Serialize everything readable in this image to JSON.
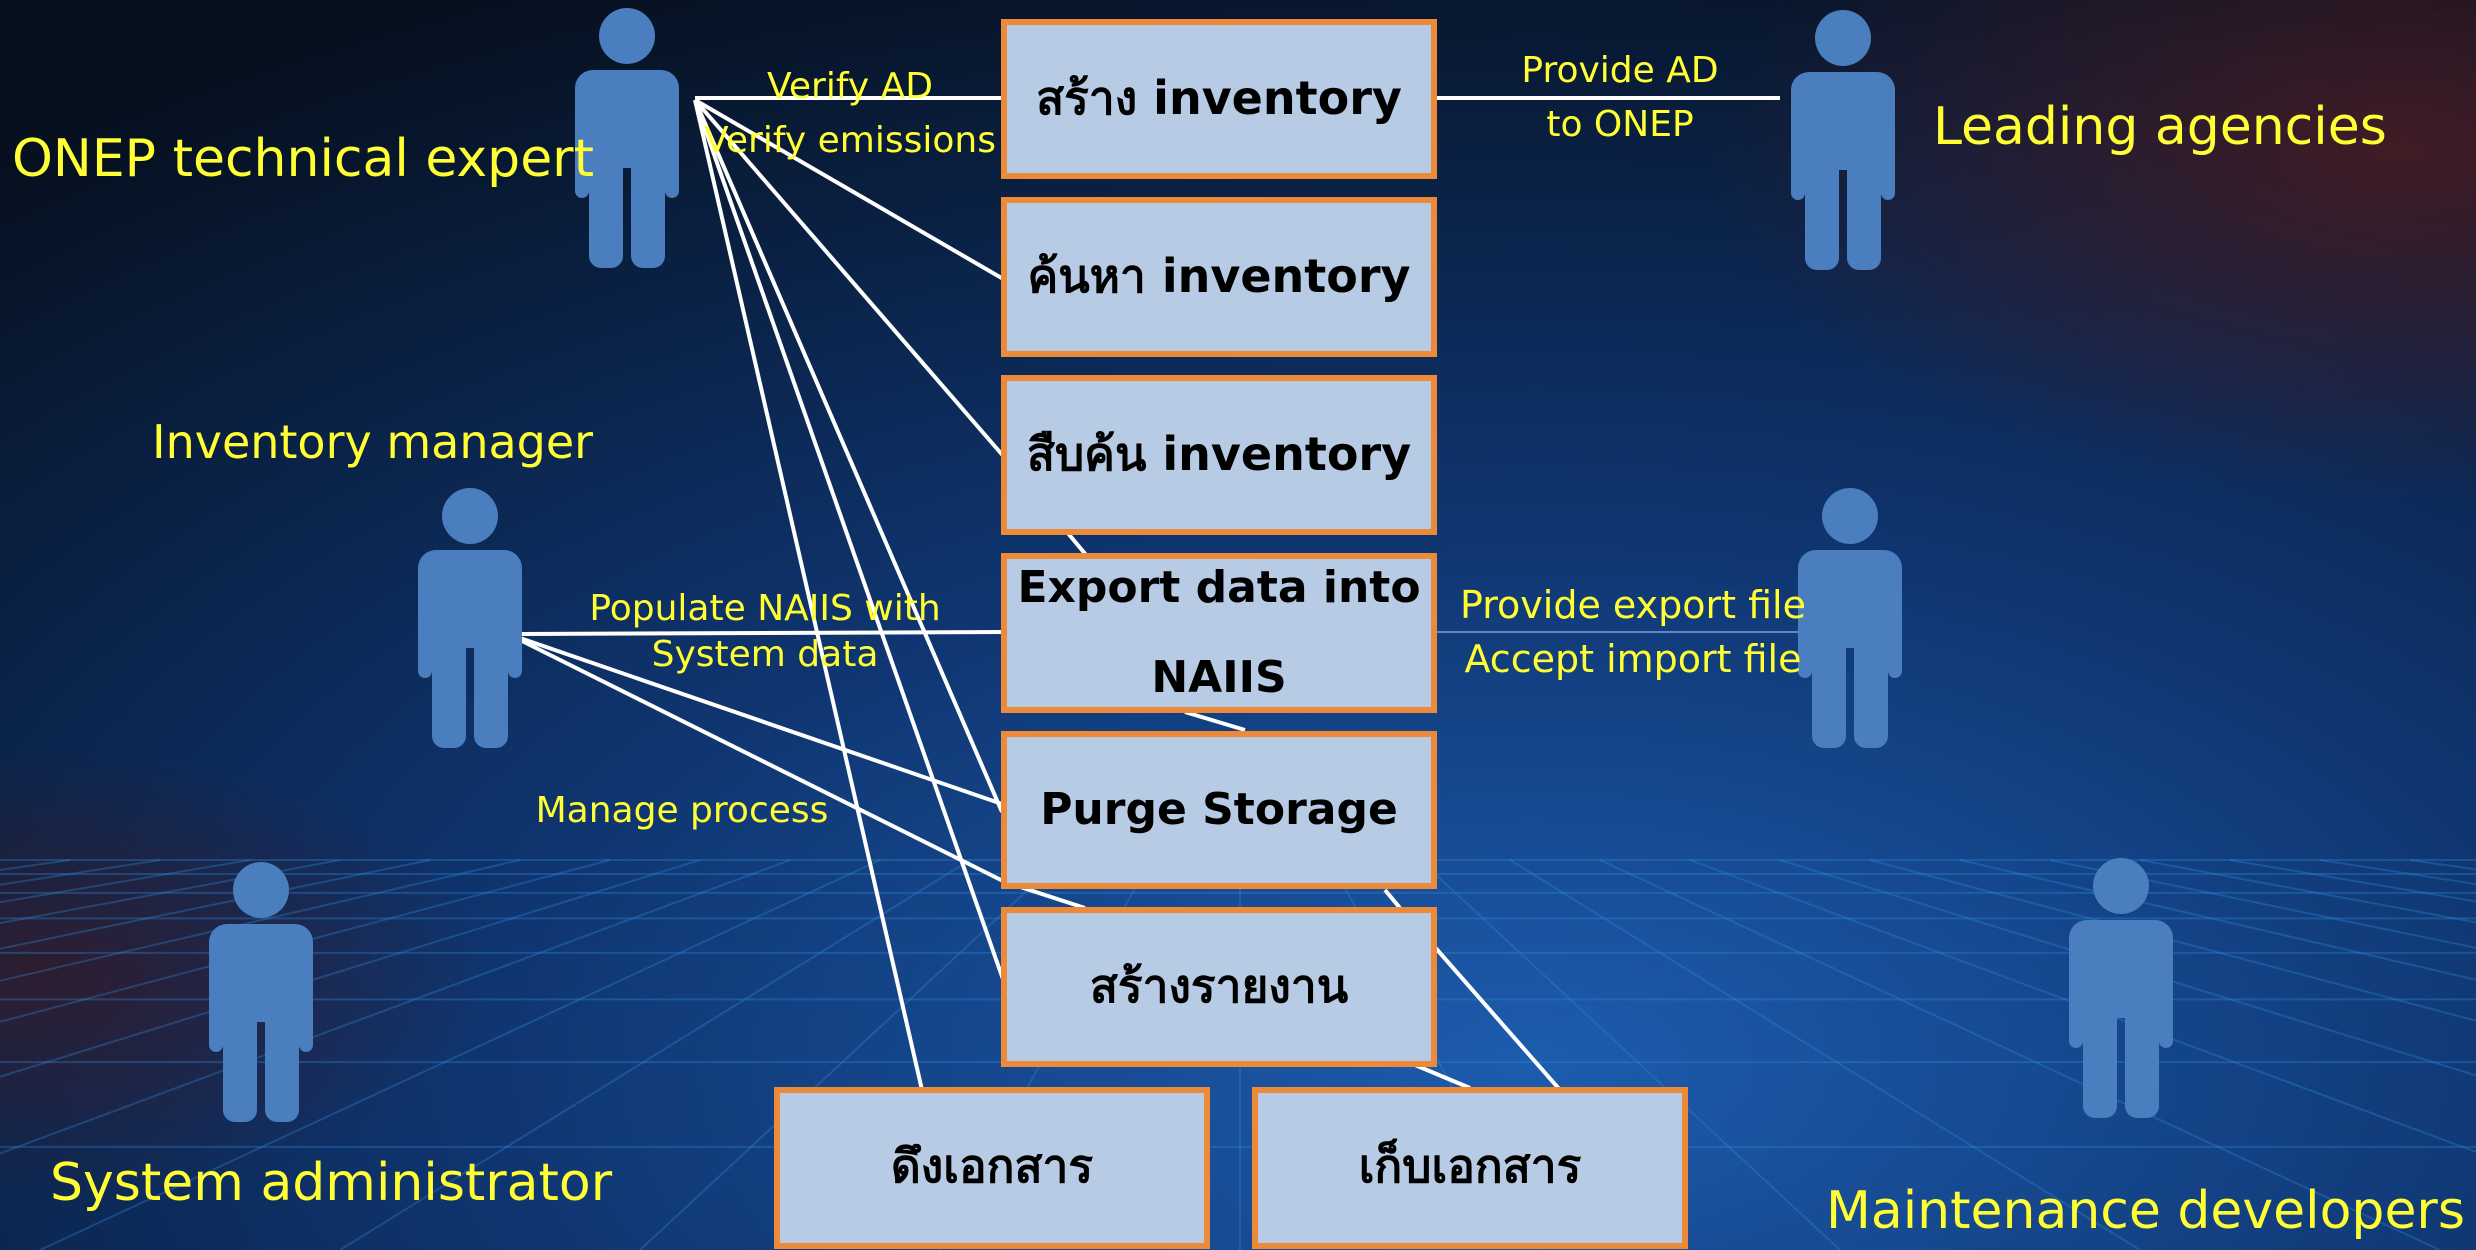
{
  "colors": {
    "background_dark": "#081227",
    "background_mid": "#0c2a5c",
    "background_light": "#1a4f9a",
    "accent_red": "#3a1820",
    "grid": "#2a78c8",
    "box_fill": "#b7cbe4",
    "box_border": "#ed8a3a",
    "actor": "#4a7ebf",
    "label": "#ffff33",
    "line": "#ffffff"
  },
  "actors": {
    "onep_expert": "ONEP technical expert",
    "leading_agencies": "Leading agencies",
    "inventory_manager": "Inventory manager",
    "system_admin": "System administrator",
    "maintenance_devs": "Maintenance developers"
  },
  "use_cases": {
    "create_inventory": "สร้าง inventory",
    "search_inventory": "ค้นหา inventory",
    "query_inventory": "สืบค้น inventory",
    "export_line1": "Export data into",
    "export_line2": "NAIIS",
    "purge_storage": "Purge Storage",
    "create_report": "สร้างรายงาน",
    "retrieve_document": "ดึงเอกสาร",
    "store_document": "เก็บเอกสาร"
  },
  "edge_labels": {
    "verify_ad": "Verify AD",
    "verify_emissions": "Verify emissions",
    "provide_ad_1": "Provide AD",
    "provide_ad_2": "to ONEP",
    "populate_1": "Populate NAIIS with",
    "populate_2": "System data",
    "provide_export": "Provide export file",
    "accept_import": "Accept import file",
    "manage_process": "Manage process"
  }
}
